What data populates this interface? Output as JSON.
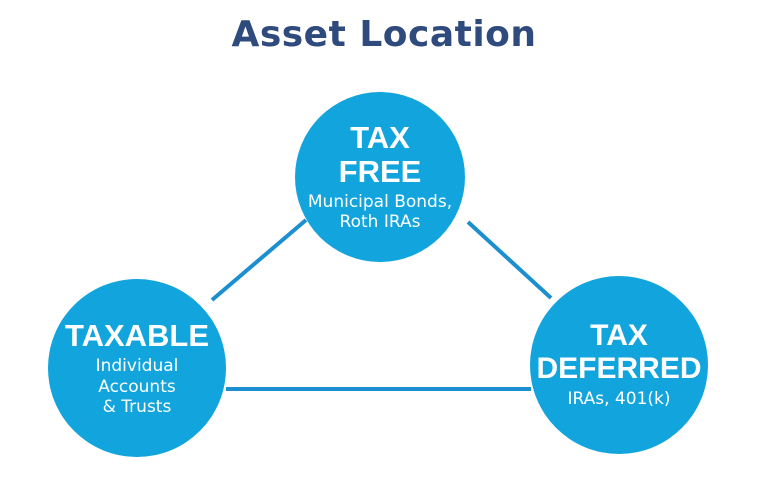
{
  "title": "Asset Location",
  "colors": {
    "title": "#2f4a7c",
    "circle": "#12a4dc",
    "line": "#1b8fd0"
  },
  "nodes": {
    "tax_free": {
      "heading": [
        "TAX",
        "FREE"
      ],
      "detail": [
        "Municipal Bonds,",
        "Roth IRAs"
      ]
    },
    "taxable": {
      "heading": [
        "TAXABLE"
      ],
      "detail": [
        "Individual",
        "Accounts",
        "& Trusts"
      ]
    },
    "tax_deferred": {
      "heading": [
        "TAX",
        "DEFERRED"
      ],
      "detail": [
        "IRAs, 401(k)"
      ]
    }
  }
}
